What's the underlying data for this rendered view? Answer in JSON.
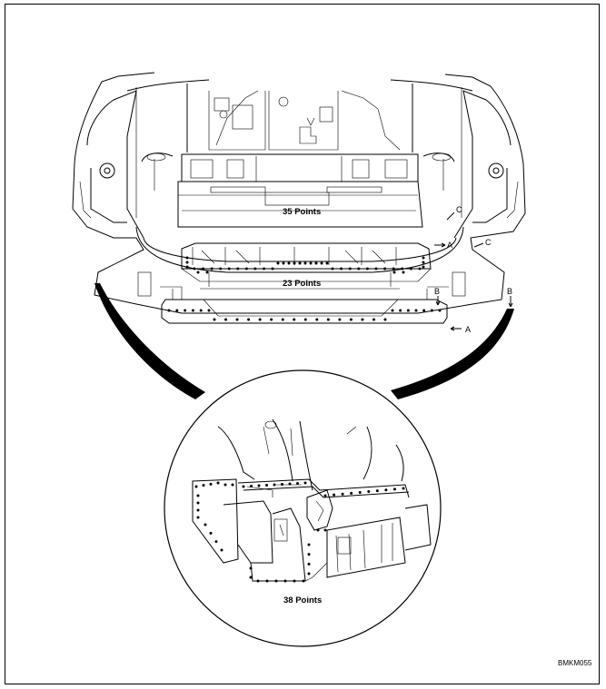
{
  "figure": {
    "code": "BMKM055",
    "labels": {
      "upper_points": "35 Points",
      "lower_points": "23 Points",
      "detail_points": "38 Points"
    },
    "refs": {
      "a1": "A",
      "a2": "A",
      "b1": "B",
      "b2": "B",
      "c1": "C",
      "c2": "C"
    }
  }
}
